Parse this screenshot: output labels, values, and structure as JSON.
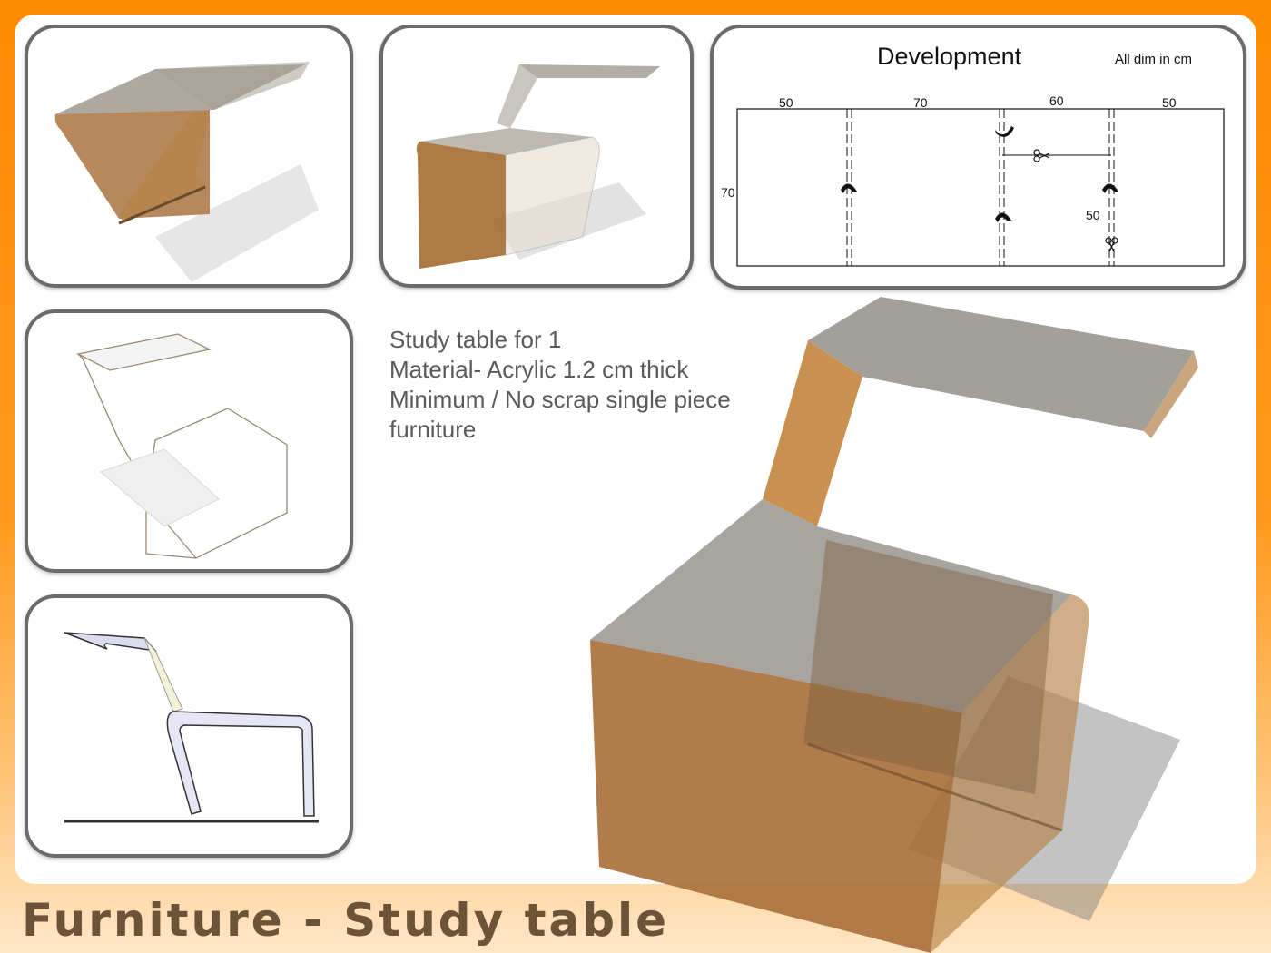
{
  "development": {
    "title": "Development",
    "note": "All dim in cm",
    "dims": {
      "top_1": "50",
      "top_2": "70",
      "top_3": "60",
      "top_4": "50",
      "left": "70",
      "inner": "50"
    }
  },
  "description": {
    "line1": "Study table for 1",
    "line2": "Material- Acrylic 1.2 cm thick",
    "line3": "Minimum / No scrap single piece",
    "line4": "furniture"
  },
  "footer": {
    "title": "Furniture - Study table"
  },
  "colors": {
    "background_top": "#ff8a00",
    "acrylic": "#b8824a",
    "panel_border": "#6b6b6b",
    "footer_text": "#6d5438"
  },
  "icons": [
    "fold-arrow-icon",
    "scissors-icon"
  ]
}
